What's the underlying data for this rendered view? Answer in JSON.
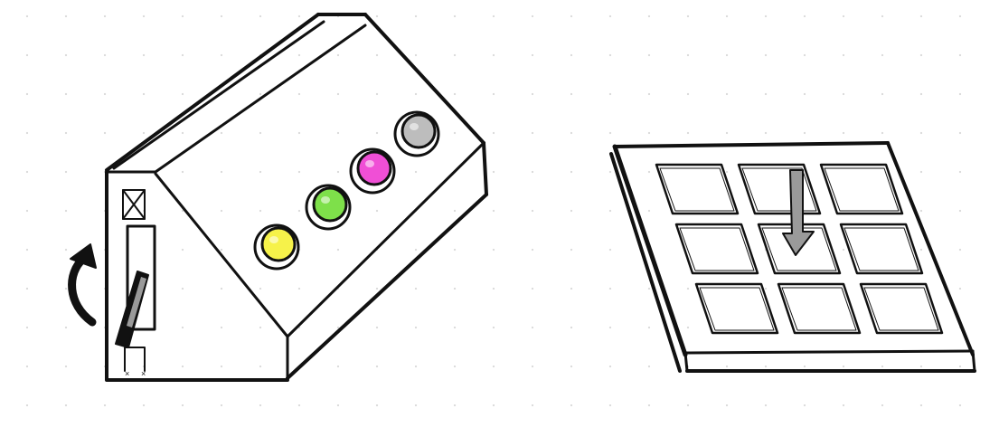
{
  "figures": [
    {
      "name": "control-box",
      "buttons": [
        {
          "color": "#f6f24a"
        },
        {
          "color": "#7ee04a"
        },
        {
          "color": "#f04fd6"
        },
        {
          "color": "#bdbdbd"
        }
      ],
      "lever_direction": "rotate-up"
    },
    {
      "name": "keypad",
      "grid": {
        "rows": 3,
        "cols": 3
      },
      "pressed_key": {
        "row": 1,
        "col": 1
      },
      "arrow_color": "#9a9a9a"
    }
  ],
  "colors": {
    "ink": "#111111",
    "background": "#ffffff",
    "dot": "#d8d8d8"
  }
}
